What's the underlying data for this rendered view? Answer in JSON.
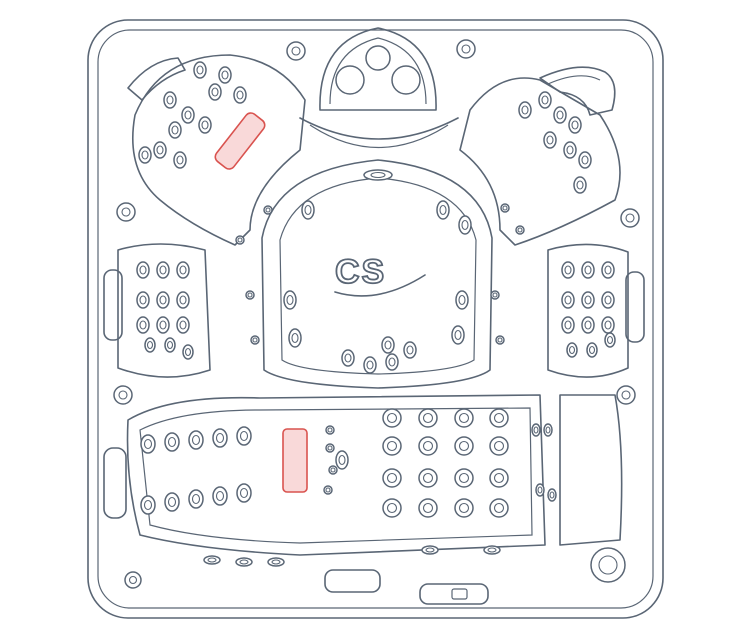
{
  "logo": {
    "text": "CS"
  },
  "colors": {
    "outline": "#5a6675",
    "highlight_fill": "#f9d9d9",
    "highlight_stroke": "#d9534f",
    "background": "#ffffff"
  },
  "highlights": [
    {
      "name": "highlight-upper-left-seat"
    },
    {
      "name": "highlight-lounger-seat"
    }
  ]
}
